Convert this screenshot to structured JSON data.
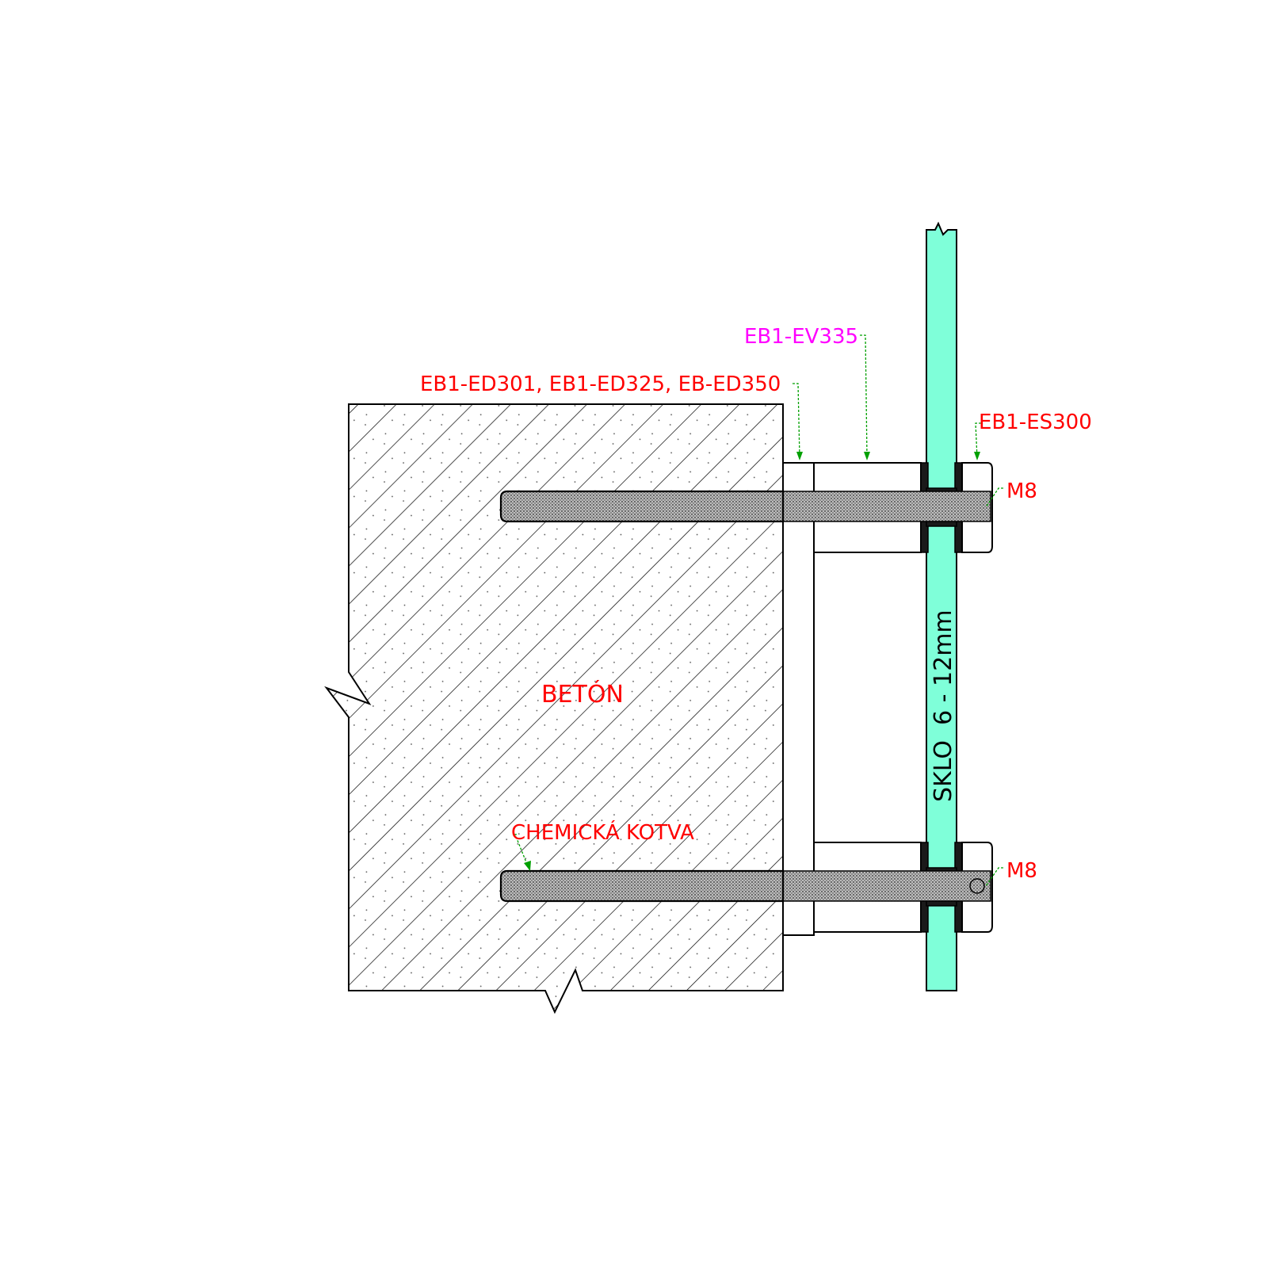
{
  "labels": {
    "concrete": "BETÓN",
    "glass": "SKLO  6 - 12mm",
    "chemical_anchor": "CHEMICKÁ KOTVA",
    "spacer": "EB1-ED301, EB1-ED325, EB-ED350",
    "holder": "EB1-EV335",
    "cap": "EB1-ES300",
    "bolt_top": "M8",
    "bolt_bottom": "M8"
  },
  "colors": {
    "label_red": "#ff0000",
    "label_magenta": "#ff00ff",
    "leader_green": "#00a000",
    "glass_fill": "#7fffd9",
    "outline": "#000000",
    "gasket": "#1a1a1a"
  }
}
